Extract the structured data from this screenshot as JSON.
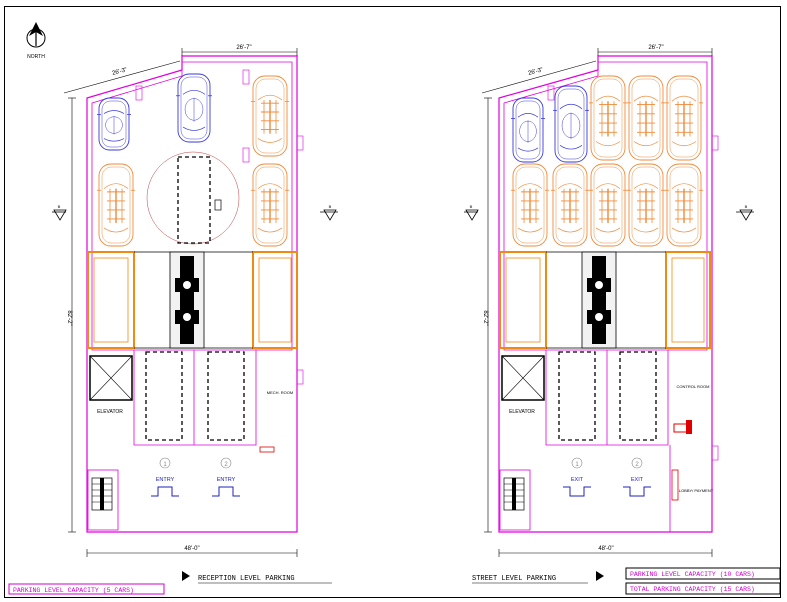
{
  "north": {
    "label": "NORTH"
  },
  "plans": [
    {
      "dim_top": "26'-7\"",
      "dim_angle": "26'-3\"",
      "dim_left": "82'-2\"",
      "dim_bottom": "48'-0\"",
      "section_mark": "B",
      "rooms": {
        "elevator": "ELEVATOR",
        "room_right": "MECH. ROOM"
      },
      "entry_labels": [
        "ENTRY",
        "ENTRY"
      ],
      "entry_numbers": [
        "1",
        "2"
      ],
      "title": "RECEPTION LEVEL PARKING",
      "caption": "PARKING LEVEL CAPACITY (5 CARS)"
    },
    {
      "dim_top": "26'-7\"",
      "dim_angle": "26'-3\"",
      "dim_left": "82'-2\"",
      "dim_bottom": "48'-0\"",
      "section_mark": "B",
      "rooms": {
        "elevator": "ELEVATOR",
        "room_right": "CONTROL ROOM",
        "lobby": "LOBBY/ PAYMENT"
      },
      "entry_labels": [
        "EXIT",
        "EXIT"
      ],
      "entry_numbers": [
        "1",
        "2"
      ],
      "title": "STREET LEVEL PARKING",
      "caption": "PARKING LEVEL CAPACITY (10 CARS)",
      "caption2": "TOTAL PARKING CAPACITY (15 CARS)"
    }
  ],
  "colors": {
    "wall": "#e000e0",
    "car_orange": "#f08a3a",
    "car_blue": "#3a3adc",
    "platform": "#f08a10",
    "caption_border": "#d000d0",
    "red": "#e00000"
  }
}
